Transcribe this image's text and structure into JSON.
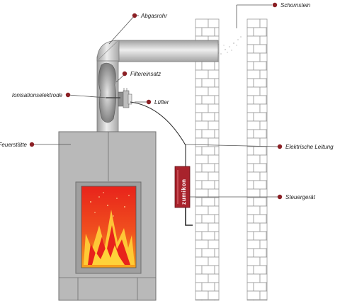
{
  "labels": {
    "abgasrohr": "Abgasrohr",
    "schornstein": "Schornstein",
    "filtereinsatz": "Filtereinsatz",
    "ionisationselektrode": "Ionisationselektrode",
    "luefter": "Lüfter",
    "feuerstaette": "Feuerstätte",
    "elektrische_leitung": "Elektrische Leitung",
    "steuergeraet": "Steuergerät"
  },
  "device": {
    "brand": "zumikon"
  },
  "colors": {
    "label_dot": "#8b1f24",
    "stove_body": "#b9b9b9",
    "pipe": "#cfcfcf",
    "brick_mortar": "#9a9a9a",
    "fire_red": "#e8231b",
    "fire_orange": "#f6a21c",
    "control_unit": "#a8232c"
  }
}
